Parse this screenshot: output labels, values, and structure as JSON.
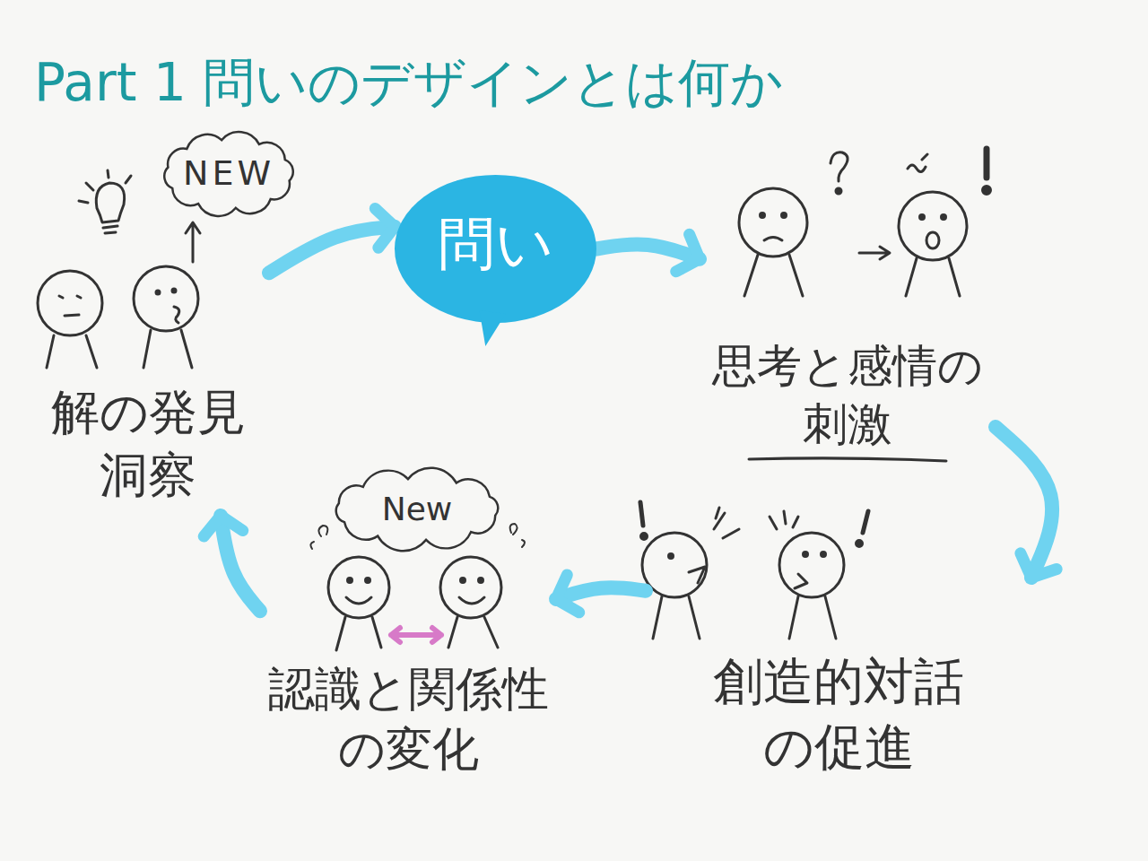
{
  "diagram": {
    "title": "Part 1 問いのデザインとは何か",
    "nodes": [
      {
        "text": [
          "NEW"
        ]
      },
      {
        "text": [
          "問い"
        ]
      },
      {
        "text": [
          "思考と感情の 刺激"
        ]
      },
      {
        "text": [
          "解の発見 洞察"
        ]
      },
      {
        "text": [
          "New"
        ]
      },
      {
        "text": [
          "創造的対話 の促進"
        ]
      },
      {
        "text": [
          "認識と関係性 の変化"
        ]
      }
    ],
    "edges": [
      {
        "from": 3,
        "to": 1,
        "arrow": "to"
      },
      {
        "from": 1,
        "to": 2,
        "arrow": "to"
      },
      {
        "from": 2,
        "to": 5,
        "arrow": "to"
      },
      {
        "from": 5,
        "to": 6,
        "arrow": "to"
      },
      {
        "from": 6,
        "to": 3,
        "arrow": "to"
      }
    ]
  }
}
